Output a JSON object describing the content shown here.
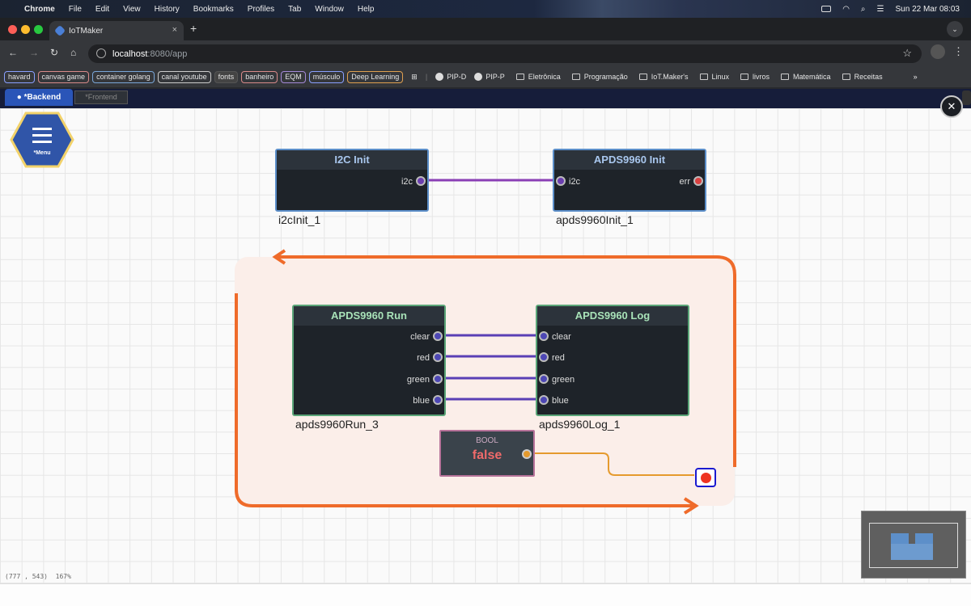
{
  "menubar": {
    "app": "Chrome",
    "items": [
      "File",
      "Edit",
      "View",
      "History",
      "Bookmarks",
      "Profiles",
      "Tab",
      "Window",
      "Help"
    ],
    "datetime": "Sun 22 Mar  08:03"
  },
  "browser": {
    "tab_title": "IoTMaker",
    "url_host": "localhost",
    "url_path": ":8080/app"
  },
  "bookmarks": {
    "chips": [
      {
        "label": "havard",
        "color": "#8aa0ff"
      },
      {
        "label": "canvas game",
        "color": "#d98a8a"
      },
      {
        "label": "container golang",
        "color": "#7aa7d9"
      },
      {
        "label": "canal youtube",
        "color": "#cccccc"
      },
      {
        "label": "fonts",
        "color": "#555555"
      },
      {
        "label": "banheiro",
        "color": "#d98a8a"
      },
      {
        "label": "EQM",
        "color": "#a58ad9"
      },
      {
        "label": "músculo",
        "color": "#8aa0ff"
      },
      {
        "label": "Deep Learning",
        "color": "#e0a050"
      }
    ],
    "links": [
      "PIP-D",
      "PIP-P"
    ],
    "folders": [
      "Eletrônica",
      "Programação",
      "IoT.Maker's",
      "Linux",
      "livros",
      "Matemática",
      "Receitas"
    ]
  },
  "app": {
    "tabs": {
      "backend": "● *Backend",
      "frontend": "*Frontend"
    },
    "menu_label": "*Menu",
    "close": "✕"
  },
  "nodes": {
    "i2c_init": {
      "title": "I2C Init",
      "out_port": "i2c",
      "name": "i2cInit_1"
    },
    "apds_init": {
      "title": "APDS9960 Init",
      "in_port": "i2c",
      "out_port": "err",
      "name": "apds9960Init_1"
    },
    "apds_run": {
      "title": "APDS9960 Run",
      "ports": [
        "clear",
        "red",
        "green",
        "blue"
      ],
      "name": "apds9960Run_3"
    },
    "apds_log": {
      "title": "APDS9960 Log",
      "ports": [
        "clear",
        "red",
        "green",
        "blue"
      ],
      "name": "apds9960Log_1"
    },
    "bool": {
      "type": "BOOL",
      "value": "false"
    }
  },
  "status": {
    "coords": "(777 , 543)",
    "zoom": "167%"
  },
  "colors": {
    "loop": "#ef6b2a",
    "loop_bg": "#fbeee9",
    "wire_i2c": "#8a3fb5",
    "wire_color": "#5a3fb5",
    "wire_bool": "#e59a2d",
    "menu_hex": "#3055a8",
    "menu_border": "#f2d26a"
  }
}
